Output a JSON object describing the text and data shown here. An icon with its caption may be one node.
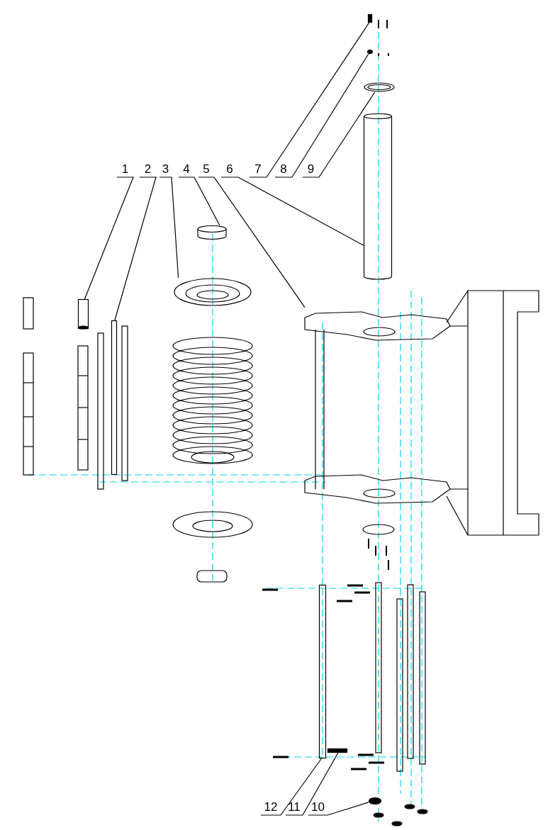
{
  "diagram": {
    "nodes": [
      {
        "text": [
          "1"
        ]
      },
      {
        "text": [
          "2"
        ]
      },
      {
        "text": [
          "3"
        ]
      },
      {
        "text": [
          "4"
        ]
      },
      {
        "text": [
          "5"
        ]
      },
      {
        "text": [
          "6"
        ]
      },
      {
        "text": [
          "7"
        ]
      },
      {
        "text": [
          "8"
        ]
      },
      {
        "text": [
          "9"
        ]
      },
      {
        "text": [
          "10"
        ]
      },
      {
        "text": [
          "11"
        ]
      },
      {
        "text": [
          "12"
        ]
      },
      {
        "text": [],
        "shape": "picture"
      },
      {
        "text": [],
        "shape": "bar"
      },
      {
        "text": [],
        "shape": "picture"
      },
      {
        "text": [],
        "shape": "picture"
      },
      {
        "text": [],
        "shape": "picture"
      },
      {
        "text": [],
        "shape": "cylinder"
      },
      {
        "text": [],
        "shape": "bar"
      },
      {
        "text": [],
        "shape": "circle"
      },
      {
        "text": [],
        "shape": "picture"
      },
      {
        "text": [],
        "shape": "circle"
      },
      {
        "text": [],
        "shape": "bar"
      },
      {
        "text": [],
        "shape": "bar"
      }
    ],
    "edges": [
      {
        "from": 0,
        "to": 12,
        "arrow": "none"
      },
      {
        "from": 1,
        "to": 13,
        "arrow": "none"
      },
      {
        "from": 2,
        "to": 14,
        "arrow": "none"
      },
      {
        "from": 3,
        "to": 15,
        "arrow": "none"
      },
      {
        "from": 4,
        "to": 16,
        "arrow": "none"
      },
      {
        "from": 5,
        "to": 17,
        "arrow": "none"
      },
      {
        "from": 6,
        "to": 18,
        "arrow": "none"
      },
      {
        "from": 7,
        "to": 19,
        "arrow": "none"
      },
      {
        "from": 8,
        "to": 20,
        "arrow": "none"
      },
      {
        "from": 9,
        "to": 21,
        "arrow": "none"
      },
      {
        "from": 10,
        "to": 22,
        "arrow": "none"
      },
      {
        "from": 11,
        "to": 23,
        "arrow": "none"
      }
    ]
  }
}
